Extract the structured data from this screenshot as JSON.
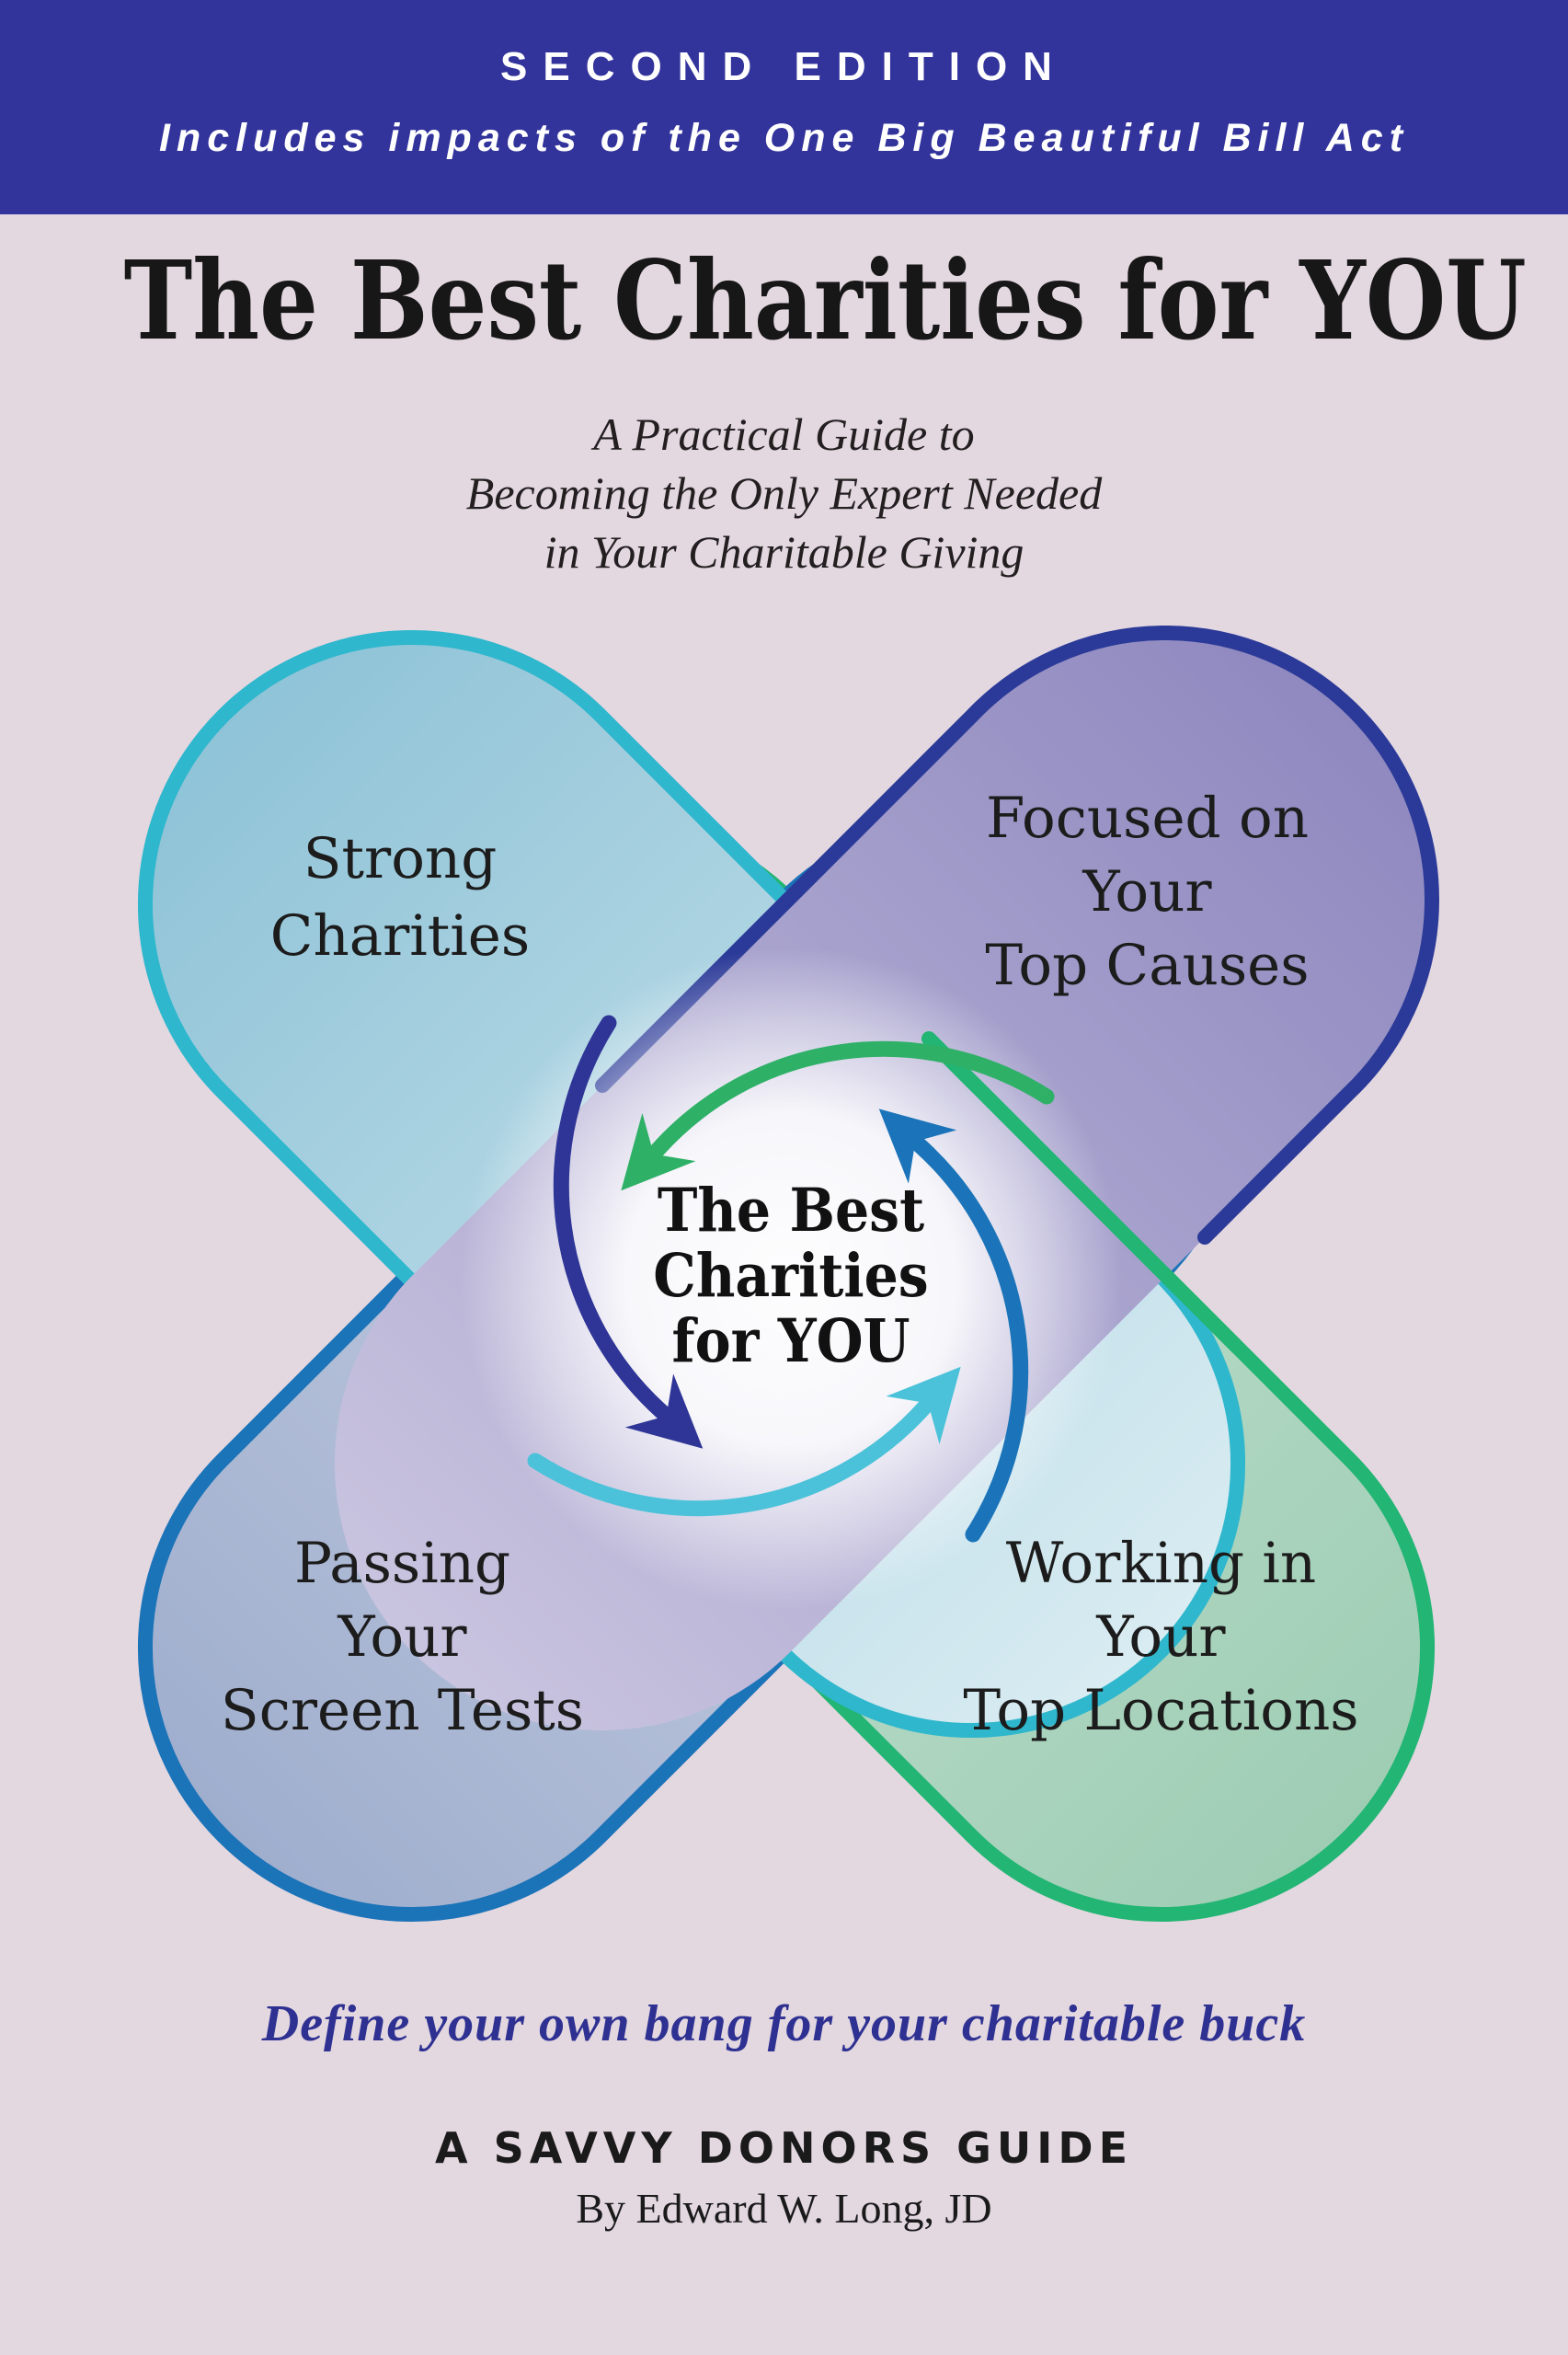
{
  "banner": {
    "line1": "SECOND EDITION",
    "line2": "Includes impacts of the One Big Beautiful Bill Act",
    "bg_color": "#32339B",
    "text_color": "#FFFFFF"
  },
  "title": "The Best Charities for YOU",
  "title_color": "#171717",
  "background_color": "#E3D7E0",
  "subtitle_lines": [
    "A Practical Guide to",
    "Becoming the Only Expert Needed",
    "in Your Charitable Giving"
  ],
  "diagram": {
    "center_label_lines": [
      "The Best",
      "Charities",
      "for YOU"
    ],
    "petals": [
      {
        "id": "top-left",
        "label_lines": [
          "Strong",
          "Charities"
        ],
        "stroke": "#2EB7CD",
        "fill_outer": "#8FC3D7",
        "fill_inner": "#D9ECF2"
      },
      {
        "id": "top-right",
        "label_lines": [
          "Focused on",
          "Your",
          "Top Causes"
        ],
        "stroke": "#2B3A98",
        "fill_outer": "#8F89C0",
        "fill_inner": "#C9C4DF"
      },
      {
        "id": "bottom-left",
        "label_lines": [
          "Passing",
          "Your",
          "Screen Tests"
        ],
        "stroke": "#1B73B8",
        "fill_outer": "#9FAECE",
        "fill_inner": "#D8DEEA"
      },
      {
        "id": "bottom-right",
        "label_lines": [
          "Working in",
          "Your",
          "Top Locations"
        ],
        "stroke": "#22B573",
        "fill_outer": "#9ECDB4",
        "fill_inner": "#D3E8DC"
      }
    ],
    "arrows": [
      {
        "position": "top",
        "color": "#2EB067"
      },
      {
        "position": "right",
        "color": "#1B74B9"
      },
      {
        "position": "bottom",
        "color": "#4BC2D9"
      },
      {
        "position": "left",
        "color": "#2E3596"
      }
    ]
  },
  "footer": {
    "tagline": "Define your own bang for your charitable buck",
    "tagline_color": "#2E3192",
    "series_title": "A SAVVY DONORS GUIDE",
    "byline": "By Edward W. Long, JD"
  }
}
